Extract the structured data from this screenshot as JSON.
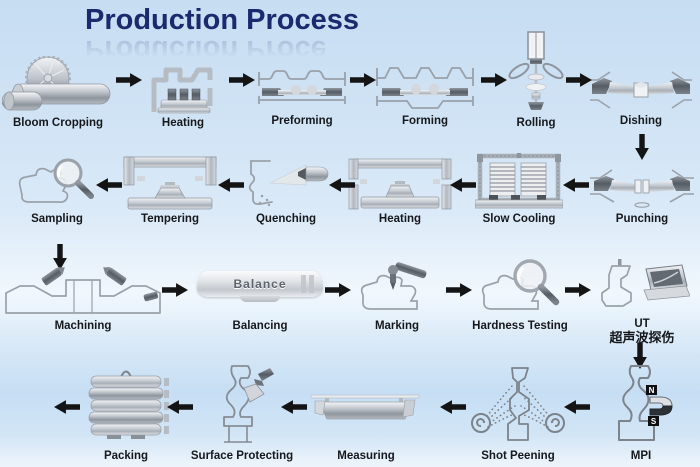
{
  "title": "Production Process",
  "colors": {
    "title": "#1b2a6e",
    "arrow": "#141414",
    "label": "#16181c",
    "background_top": "#c7ddf2",
    "background_band": "#f1f8fd",
    "metal_light": "#f2f4f6",
    "metal_dark": "#565c63"
  },
  "steps": {
    "bloom_cropping": {
      "label": "Bloom Cropping"
    },
    "heating1": {
      "label": "Heating"
    },
    "preforming": {
      "label": "Preforming"
    },
    "forming": {
      "label": "Forming"
    },
    "rolling": {
      "label": "Rolling"
    },
    "dishing": {
      "label": "Dishing"
    },
    "punching": {
      "label": "Punching"
    },
    "slow_cooling": {
      "label": "Slow Cooling"
    },
    "heating2": {
      "label": "Heating"
    },
    "quenching": {
      "label": "Quenching"
    },
    "tempering": {
      "label": "Tempering"
    },
    "sampling": {
      "label": "Sampling"
    },
    "machining": {
      "label": "Machining"
    },
    "balancing": {
      "label": "Balancing",
      "wheel_text": "Balance"
    },
    "marking": {
      "label": "Marking"
    },
    "hardness_testing": {
      "label": "Hardness Testing"
    },
    "ut": {
      "label": "UT",
      "sublabel": "超声波探伤"
    },
    "mpi": {
      "label": "MPI",
      "magnet_north": "N",
      "magnet_south": "S"
    },
    "shot_peening": {
      "label": "Shot Peening"
    },
    "measuring": {
      "label": "Measuring"
    },
    "surface_protecting": {
      "label": "Surface Protecting"
    },
    "packing": {
      "label": "Packing"
    }
  }
}
